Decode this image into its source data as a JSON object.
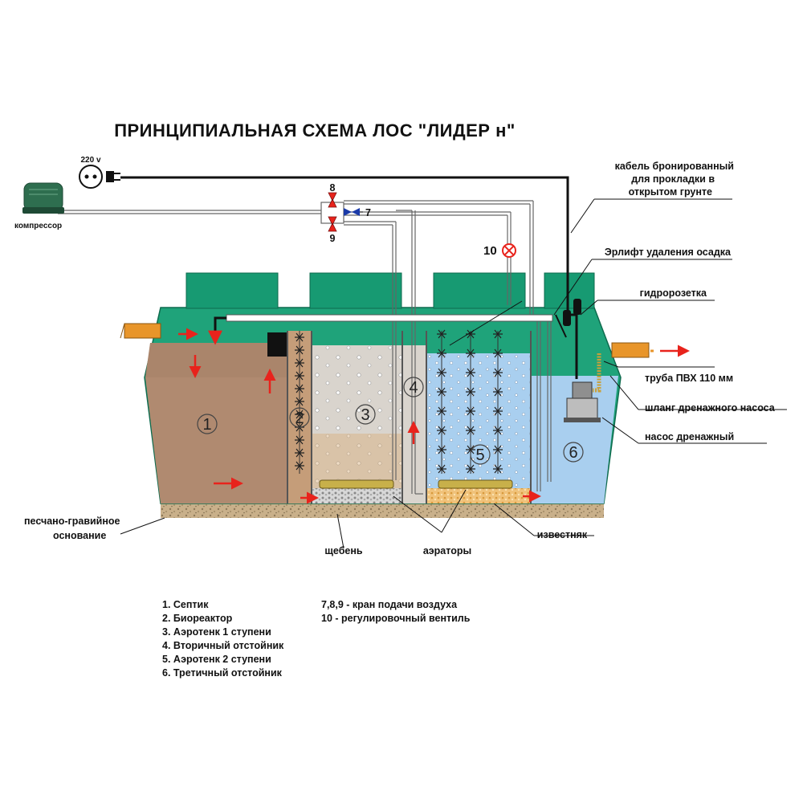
{
  "title": "ПРИНЦИПИАЛЬНАЯ СХЕМА ЛОС \"ЛИДЕР н\"",
  "compressor_label": "компрессор",
  "voltage": "220 v",
  "valves": {
    "v8": "8",
    "v7": "7",
    "v9": "9",
    "v10": "10"
  },
  "chambers": [
    "1",
    "2",
    "3",
    "4",
    "5",
    "6"
  ],
  "callouts": {
    "cable": [
      "кабель бронированный",
      "для прокладки в",
      "открытом грунте"
    ],
    "airlift": "Эрлифт удаления осадка",
    "hydro_socket": "гидророзетка",
    "pipe": "труба ПВХ 110 мм",
    "hose": "шланг дренажного насоса",
    "pump": "насос дренажный",
    "base": [
      "песчано-гравийное",
      "основание"
    ],
    "gravel": "щебень",
    "aerators": "аэраторы",
    "limestone": "известняк"
  },
  "legend_left": [
    "1. Септик",
    "2. Биореактор",
    "3. Аэротенк 1 ступени",
    "4. Вторичный отстойник",
    "5. Аэротенк 2 ступени",
    "6. Третичный отстойник"
  ],
  "legend_right": [
    "7,8,9 - кран подачи воздуха",
    "10 - регулировочный вентиль"
  ],
  "colors": {
    "tank_green": "#1fa37a",
    "lid_green": "#179a72",
    "septic_brown": "#b08a70",
    "water_blue": "#a9cfef",
    "ground": "#c9b08a",
    "arrow_red": "#e8231c",
    "pipe_orange": "#e8952a"
  }
}
